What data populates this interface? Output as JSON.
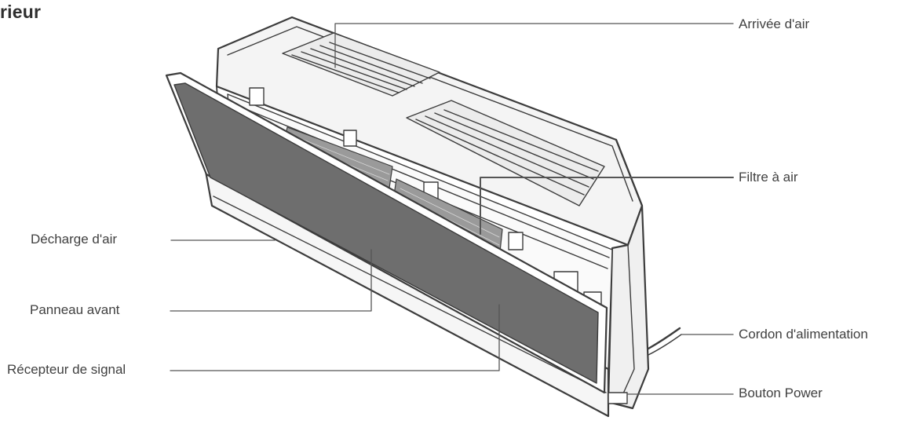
{
  "heading": "rieur",
  "labels": {
    "air_intake": "Arrivée d'air",
    "air_filter": "Filtre à air",
    "air_discharge": "Décharge d'air",
    "front_panel": "Panneau avant",
    "power_cord": "Cordon d'alimentation",
    "signal_receiver": "Récepteur de signal",
    "power_button": "Bouton Power"
  },
  "colors": {
    "line": "#3c3c3c",
    "panel_fill": "#6e6e6e",
    "filter_fill": "#9a9a9a",
    "body_fill": "#f4f4f4"
  }
}
